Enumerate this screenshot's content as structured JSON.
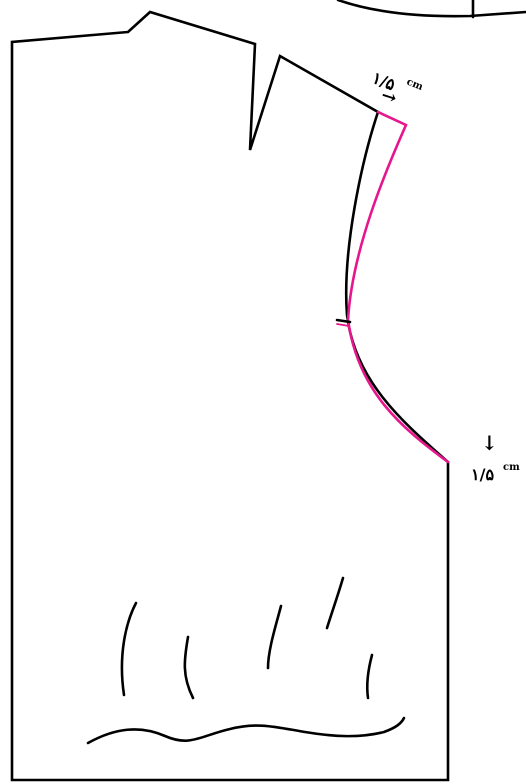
{
  "colors": {
    "outline": "#000000",
    "adjustment": "#e6168c"
  },
  "annotations": {
    "shoulder_measure": {
      "value": "۱/۵",
      "unit": "cm",
      "arrow": "→"
    },
    "side_measure": {
      "value": "۱/۵",
      "unit": "cm",
      "arrow": "↓"
    }
  }
}
